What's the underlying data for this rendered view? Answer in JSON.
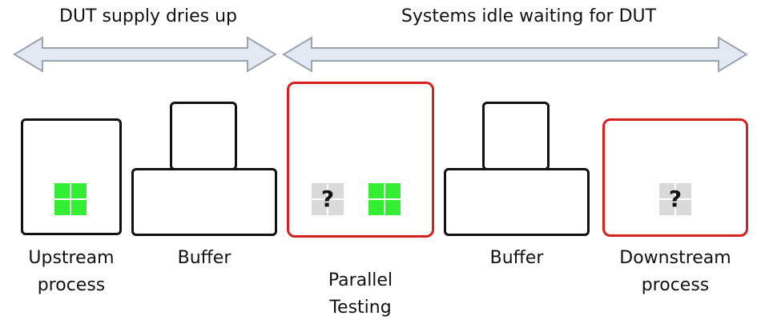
{
  "header": {
    "left_label": "DUT supply dries up",
    "right_label": "Systems idle waiting for DUT"
  },
  "stages": [
    {
      "name": "upstream",
      "label_line1": "Upstream",
      "label_line2": "process"
    },
    {
      "name": "buffer-1",
      "label_line1": "Buffer"
    },
    {
      "name": "parallel-testing",
      "label_line1": "Parallel",
      "label_line2": "Testing"
    },
    {
      "name": "buffer-2",
      "label_line1": "Buffer"
    },
    {
      "name": "downstream",
      "label_line1": "Downstream",
      "label_line2": "process"
    }
  ],
  "unknown_mark": "?",
  "colors": {
    "dut_green": "#33ee33",
    "idle_red": "#d62020",
    "placeholder_gray": "#dadada",
    "arrow_fill": "#e4e9f1",
    "arrow_stroke": "#9aa3ae"
  }
}
